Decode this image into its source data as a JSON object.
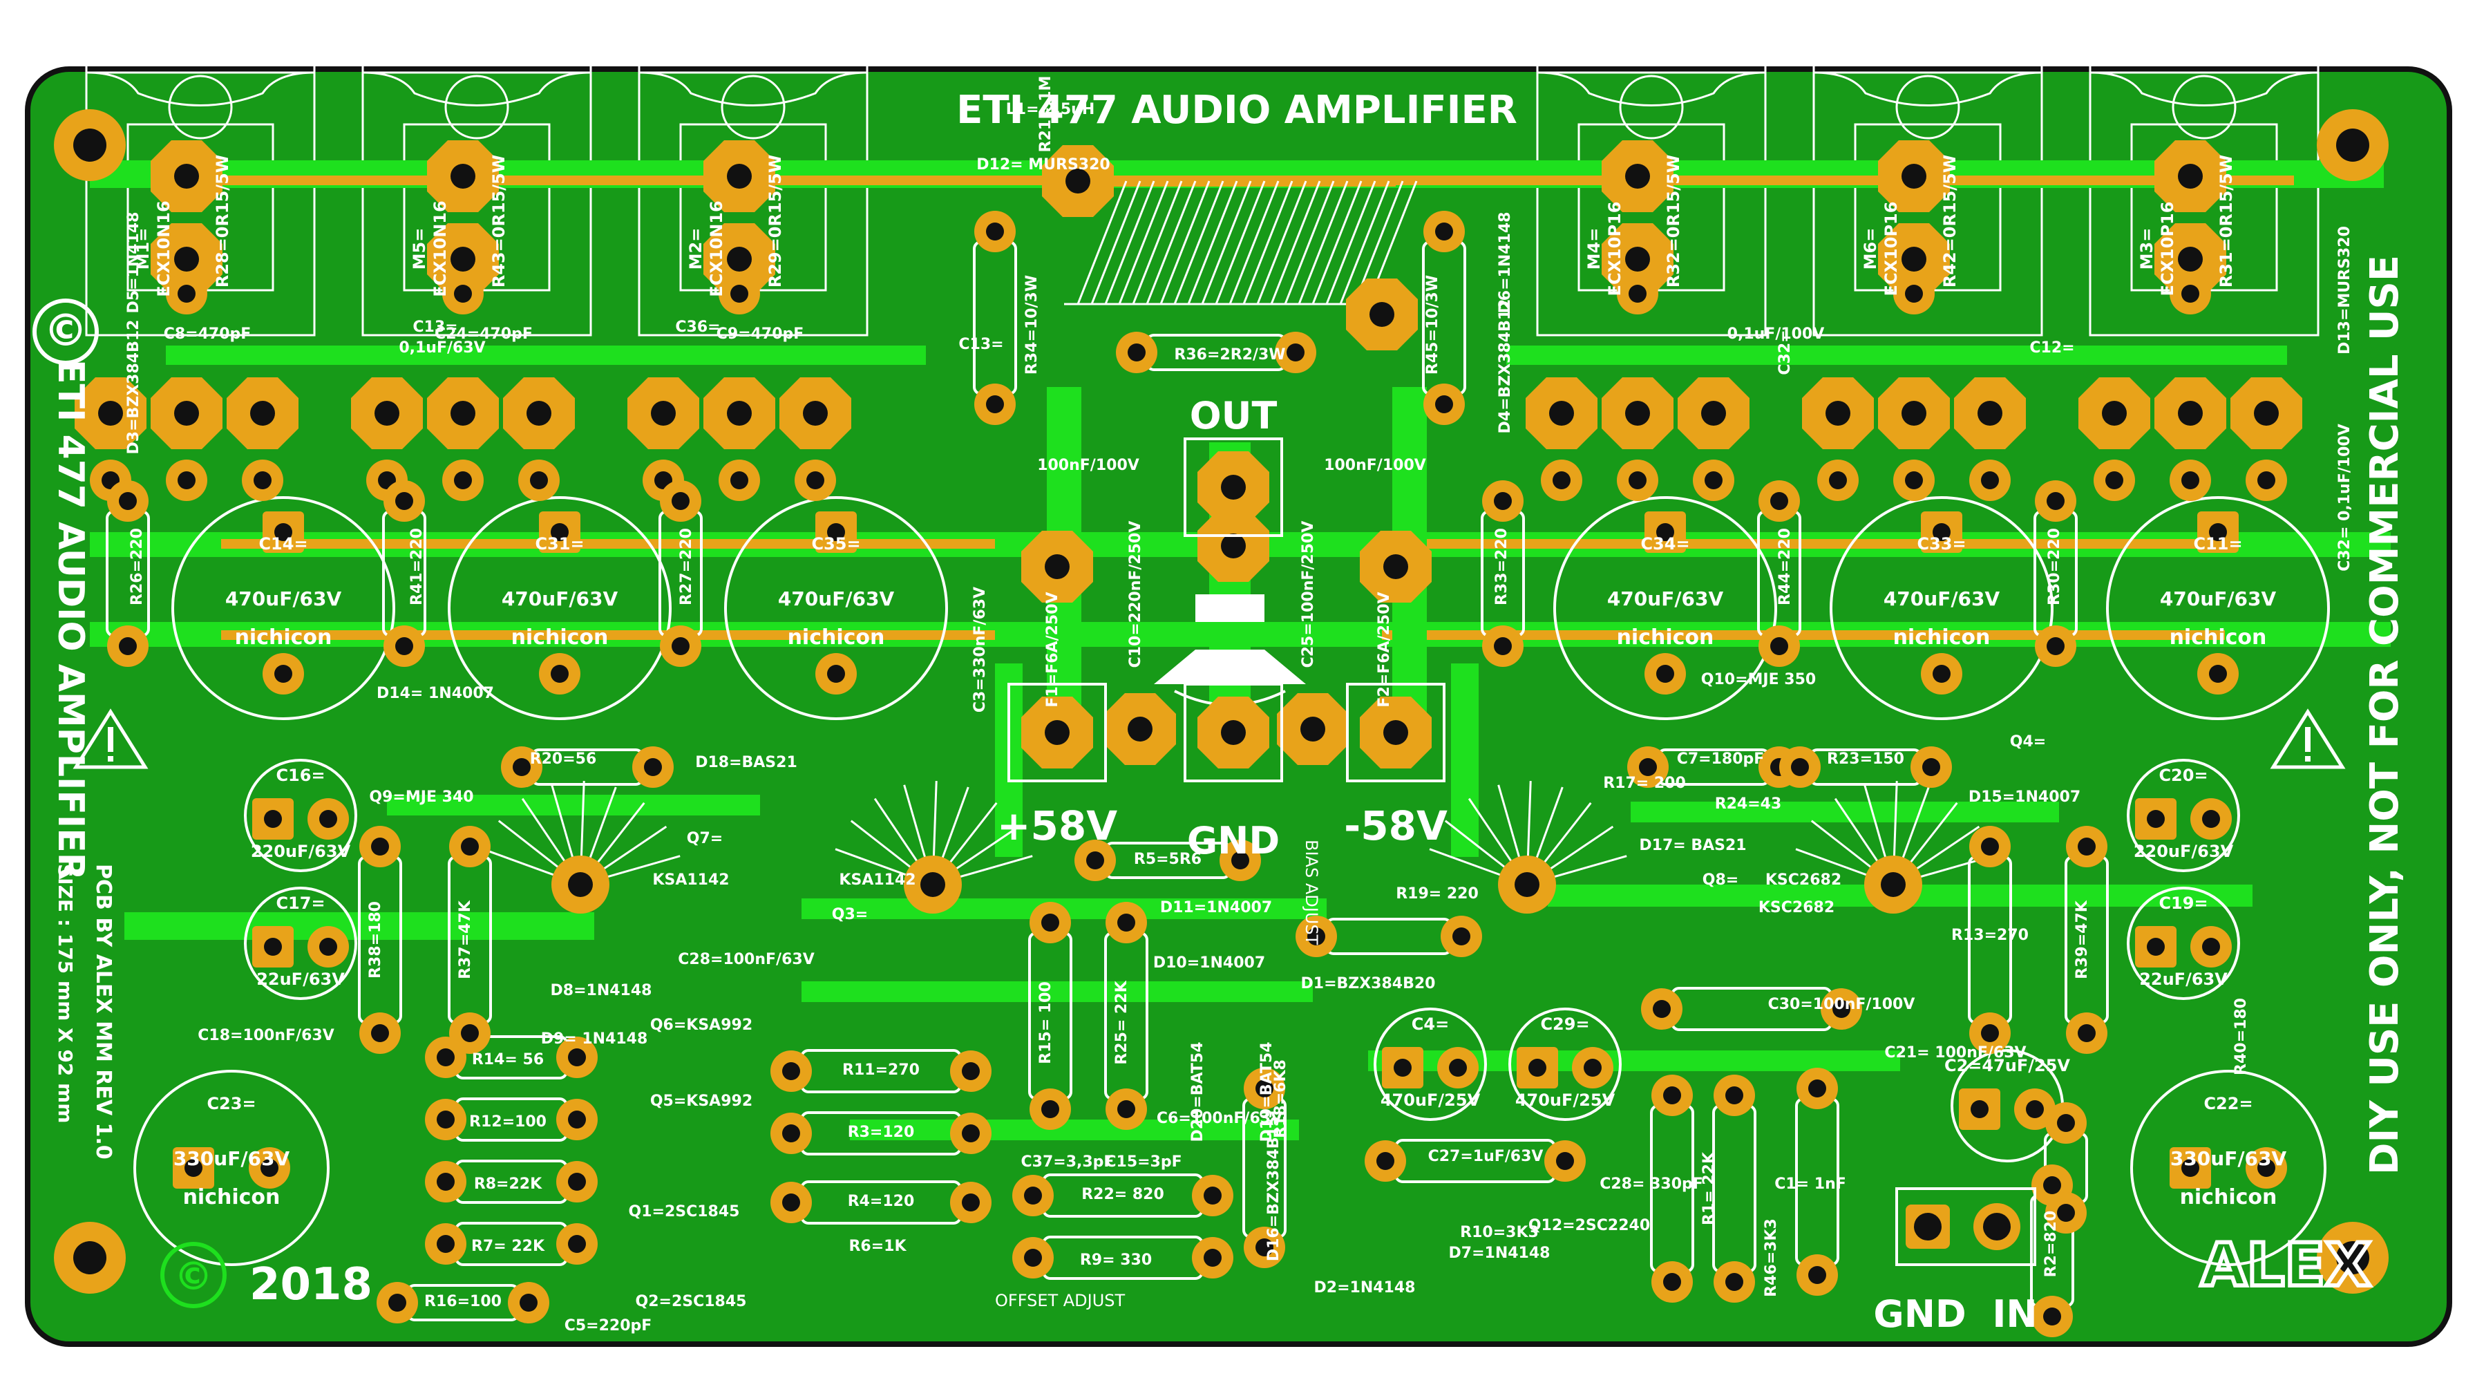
{
  "colors": {
    "board": "#179a18",
    "board_dark": "#0f7e10",
    "trace": "#1ee01e",
    "pad": "#e8a31a",
    "silk": "#ffffff",
    "hole": "#111111",
    "outline": "#111111"
  },
  "board": {
    "title": "ETI 477 AUDIO AMPLIFIER",
    "side_title": "ETI 477 AUDIO AMPLIFIER",
    "credit": "PCB BY ALEX MM REV 1.0",
    "size": "SIZE : 175 mm X 92 mm",
    "year": "2018",
    "disclaimer": "DIY USE ONLY, NOT FOR COMMERCIAL USE",
    "copyright": "©",
    "logo": "ALEX"
  },
  "connectors": {
    "out": "OUT",
    "pos": "+58V",
    "gnd": "GND",
    "neg": "-58V",
    "gnd_in": "GND  IN",
    "bias": "BIAS ADJUST",
    "offset": "OFFSET ADJUST"
  },
  "transistors_top": [
    {
      "name": "M1=",
      "part": "ECX10N16",
      "res": "R28=0R15/5W"
    },
    {
      "name": "M5=",
      "part": "ECX10N16",
      "res": "R43=0R15/5W"
    },
    {
      "name": "M2=",
      "part": "ECX10N16",
      "res": "R29=0R15/5W"
    },
    {
      "name": "M4=",
      "part": "ECX10P16",
      "res": "R32=0R15/5W"
    },
    {
      "name": "M6=",
      "part": "ECX10P16",
      "res": "R42=0R15/5W"
    },
    {
      "name": "M3=",
      "part": "ECX10P16",
      "res": "R31=0R15/5W"
    }
  ],
  "electrolytics_big": [
    {
      "ref": "C14=",
      "value": "470uF/63V",
      "brand": "nichicon"
    },
    {
      "ref": "C31=",
      "value": "470uF/63V",
      "brand": "nichicon"
    },
    {
      "ref": "C35=",
      "value": "470uF/63V",
      "brand": "nichicon"
    },
    {
      "ref": "C34=",
      "value": "470uF/63V",
      "brand": "nichicon"
    },
    {
      "ref": "C33=",
      "value": "470uF/63V",
      "brand": "nichicon"
    },
    {
      "ref": "C11=",
      "value": "470uF/63V",
      "brand": "nichicon"
    },
    {
      "ref": "C23=",
      "value": "330uF/63V",
      "brand": "nichicon"
    },
    {
      "ref": "C22=",
      "value": "330uF/63V",
      "brand": "nichicon"
    }
  ],
  "electrolytics_small": [
    {
      "ref": "C16=",
      "value": "220uF/63V"
    },
    {
      "ref": "C17=",
      "value": "22uF/63V"
    },
    {
      "ref": "C20=",
      "value": "220uF/63V"
    },
    {
      "ref": "C19=",
      "value": "22uF/63V"
    },
    {
      "ref": "C4=",
      "value": "470uF/25V"
    },
    {
      "ref": "C29=",
      "value": "470uF/25V"
    },
    {
      "ref": "C2=47uF/25V",
      "value": ""
    }
  ],
  "labels": [
    "L1= 2,5uH",
    "D12= MURS320",
    "R34=10/3W",
    "R36=2R2/3W",
    "R45=10/3W",
    "D6=1N4148",
    "D4=BZX384B12",
    "D5=1N4148",
    "D3=BZX384B12",
    "D13=MURS320",
    "C8=470pF",
    "C13=",
    "0,1uF/63V",
    "C24=470pF",
    "C36=",
    "C9=470pF",
    "C13=",
    "0,1uF/100V",
    "C32=",
    "C12=",
    "C32= 0,1uF/100V",
    "100nF/100V",
    "100nF/100V",
    "C10=220nF/250V",
    "C25=100nF/250V",
    "F1=F6A/250V",
    "F2=F6A/250V",
    "C3=330nF/63V",
    "R26=220",
    "R41=220",
    "R27=220",
    "R33=220",
    "R44=220",
    "R30=220",
    "D14= 1N4007",
    "Q9=MJE 340",
    "R20=56",
    "D18=BAS21",
    "Q7=",
    "KSA1142",
    "KSA1142",
    "Q3=",
    "C28=100nF/63V",
    "R38=180",
    "R37=47K",
    "D8=1N4148",
    "D9= 1N4148",
    "C18=100nF/63V",
    "Q6=KSA992",
    "Q5=KSA992",
    "Q1=2SC1845",
    "Q2=2SC1845",
    "R14= 56",
    "R12=100",
    "R8=22K",
    "R7= 22K",
    "R16=100",
    "C5=220pF",
    "R11=270",
    "R3=120",
    "R4=120",
    "R6=1K",
    "R15= 100",
    "R25= 22K",
    "R22= 820",
    "R9= 330",
    "C37=3,3pF",
    "C15=3pF",
    "D20=BAT54",
    "C6=100nF/63V",
    "D19=BAT54",
    "R18=6K8",
    "D16=BZX384B15",
    "R5=5R6",
    "D11=1N4007",
    "D10=1N4007",
    "D1=BZX384B20",
    "R19= 220",
    "R17= 200",
    "C7=180pF",
    "R23=150",
    "R24=43",
    "D17= BAS21",
    "Q8=",
    "KSC2682",
    "KSC2682",
    "Q4=",
    "D15=1N4007",
    "Q10=MJE 350",
    "C30=100nF/100V",
    "R13=270",
    "R39=47K",
    "R40=180",
    "C21= 100nF/63V",
    "C27=1uF/63V",
    "R10=3K3",
    "D7=1N4148",
    "D2=1N4148",
    "Q12=2SC2240",
    "C28= 330pF",
    "R1= 22K",
    "R46=3K3",
    "C1= 1nF",
    "R2=820",
    "R21= 1M"
  ]
}
